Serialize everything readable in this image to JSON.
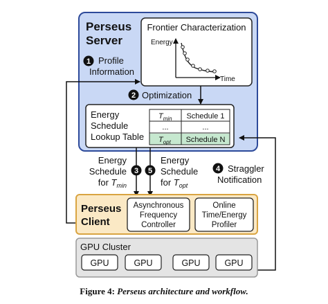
{
  "colors": {
    "server_fill": "#c9d8f5",
    "server_stroke": "#2d4a9a",
    "client_fill": "#fbe9c5",
    "client_stroke": "#d9a441",
    "cluster_fill": "#e4e4e4",
    "cluster_stroke": "#999999",
    "table_green": "#c6e8cf",
    "curve_color": "#222222"
  },
  "server": {
    "title_line1": "Perseus",
    "title_line2": "Server"
  },
  "frontier": {
    "title": "Frontier Characterization",
    "y_axis": "Energy",
    "x_axis": "Time"
  },
  "steps": {
    "profile": {
      "num": "1",
      "line1": "Profile",
      "line2": "Information"
    },
    "optimization": {
      "num": "2",
      "label": "Optimization"
    },
    "tmin": {
      "num": "3",
      "line1": "Energy",
      "line2": "Schedule",
      "line3_prefix": "for ",
      "line3_t": "T",
      "line3_sub": "min"
    },
    "topt": {
      "num": "5",
      "line1": "Energy",
      "line2": "Schedule",
      "line3_prefix": "for ",
      "line3_t": "T",
      "line3_sub": "opt"
    },
    "straggler": {
      "num": "4",
      "line1": "Straggler",
      "line2": "Notification"
    }
  },
  "lookup": {
    "label_line1": "Energy",
    "label_line2": "Schedule",
    "label_line3": "Lookup Table",
    "rows": [
      {
        "t": "T",
        "sub": "min",
        "schedule": "Schedule 1"
      },
      {
        "t": "...",
        "sub": "",
        "schedule": "..."
      },
      {
        "t": "T",
        "sub": "opt",
        "schedule": "Schedule N"
      }
    ]
  },
  "client": {
    "title_line1": "Perseus",
    "title_line2": "Client",
    "controller": {
      "line1": "Asynchronous",
      "line2": "Frequency",
      "line3": "Controller"
    },
    "profiler": {
      "line1": "Online",
      "line2": "Time/Energy",
      "line3": "Profiler"
    }
  },
  "cluster": {
    "title": "GPU Cluster",
    "gpus": [
      "GPU",
      "GPU",
      "GPU",
      "GPU"
    ]
  },
  "caption": {
    "prefix": "Figure 4:",
    "text": "Perseus architecture and workflow."
  }
}
